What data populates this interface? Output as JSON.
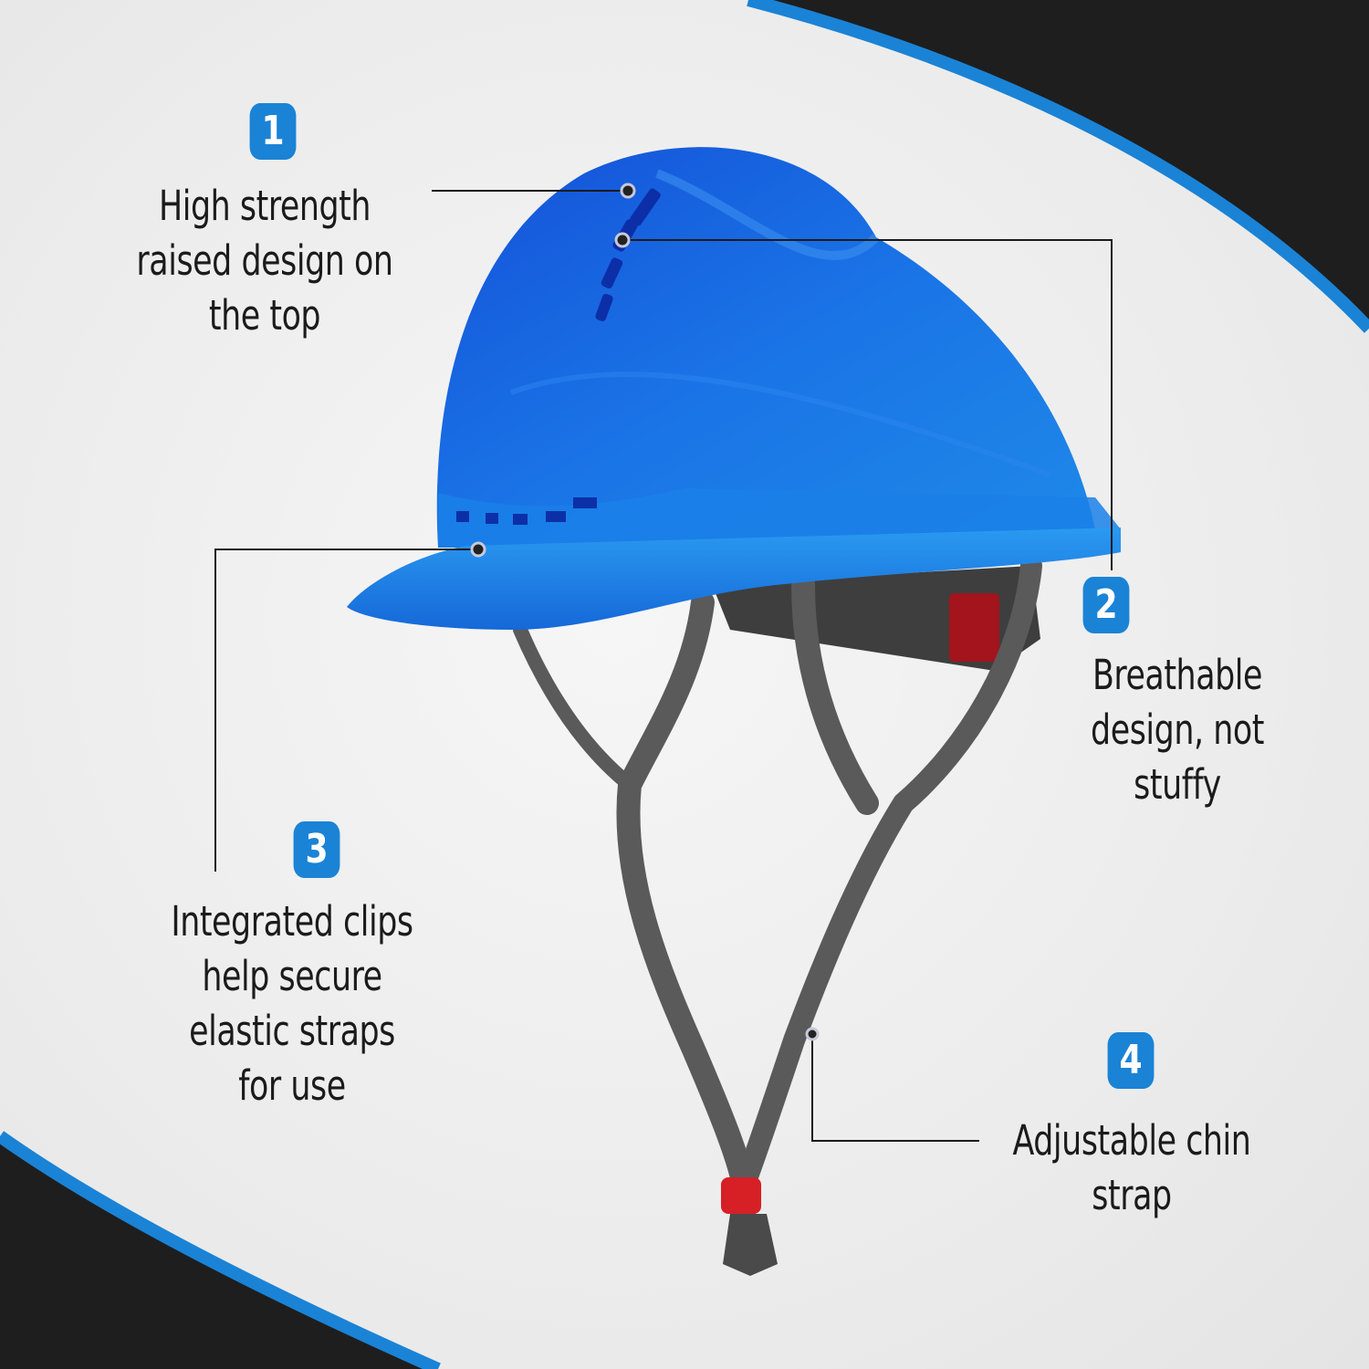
{
  "product": {
    "name": "hard-hat",
    "shell_color": "#1a6fe0",
    "strap_color": "#5a5a5a",
    "accent_red": "#c8102e"
  },
  "theme": {
    "badge_color": "#1a83d6",
    "corner_dark": "#1e1e1e",
    "corner_stripe": "#1a83d6",
    "background": "#ededed",
    "text_color": "#1b1b1b"
  },
  "callouts": [
    {
      "number": "1",
      "lines": [
        "High strength",
        "raised design on",
        "the top"
      ]
    },
    {
      "number": "2",
      "lines": [
        "Breathable",
        "design, not",
        "stuffy"
      ]
    },
    {
      "number": "3",
      "lines": [
        "Integrated clips",
        "help secure",
        "elastic straps",
        "for use"
      ]
    },
    {
      "number": "4",
      "lines": [
        "Adjustable chin",
        "strap"
      ]
    }
  ]
}
